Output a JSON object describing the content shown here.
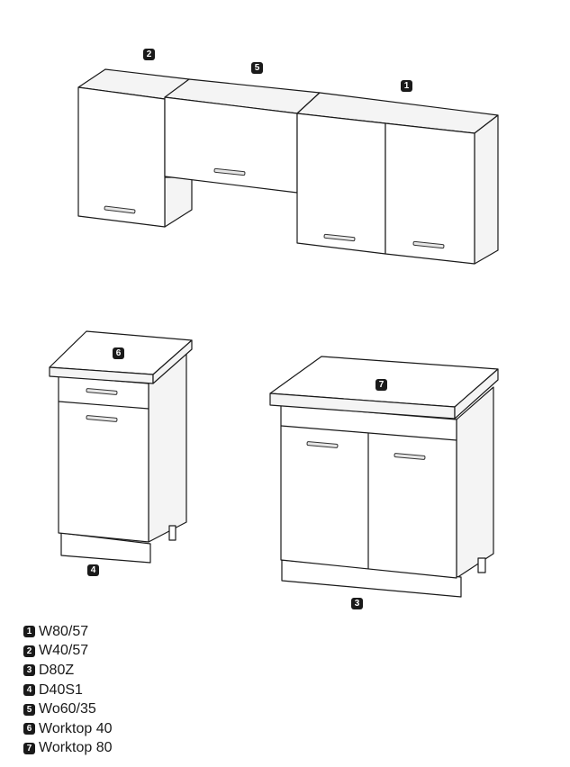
{
  "callouts": {
    "wall_80": "1",
    "wall_40": "2",
    "base_80": "3",
    "base_40": "4",
    "wall_open_60": "5",
    "worktop_40": "6",
    "worktop_80": "7"
  },
  "legend": [
    {
      "num": "1",
      "label": "W80/57"
    },
    {
      "num": "2",
      "label": "W40/57"
    },
    {
      "num": "3",
      "label": "D80Z"
    },
    {
      "num": "4",
      "label": "D40S1"
    },
    {
      "num": "5",
      "label": "Wo60/35"
    },
    {
      "num": "6",
      "label": "Worktop 40"
    },
    {
      "num": "7",
      "label": "Worktop 80"
    }
  ]
}
